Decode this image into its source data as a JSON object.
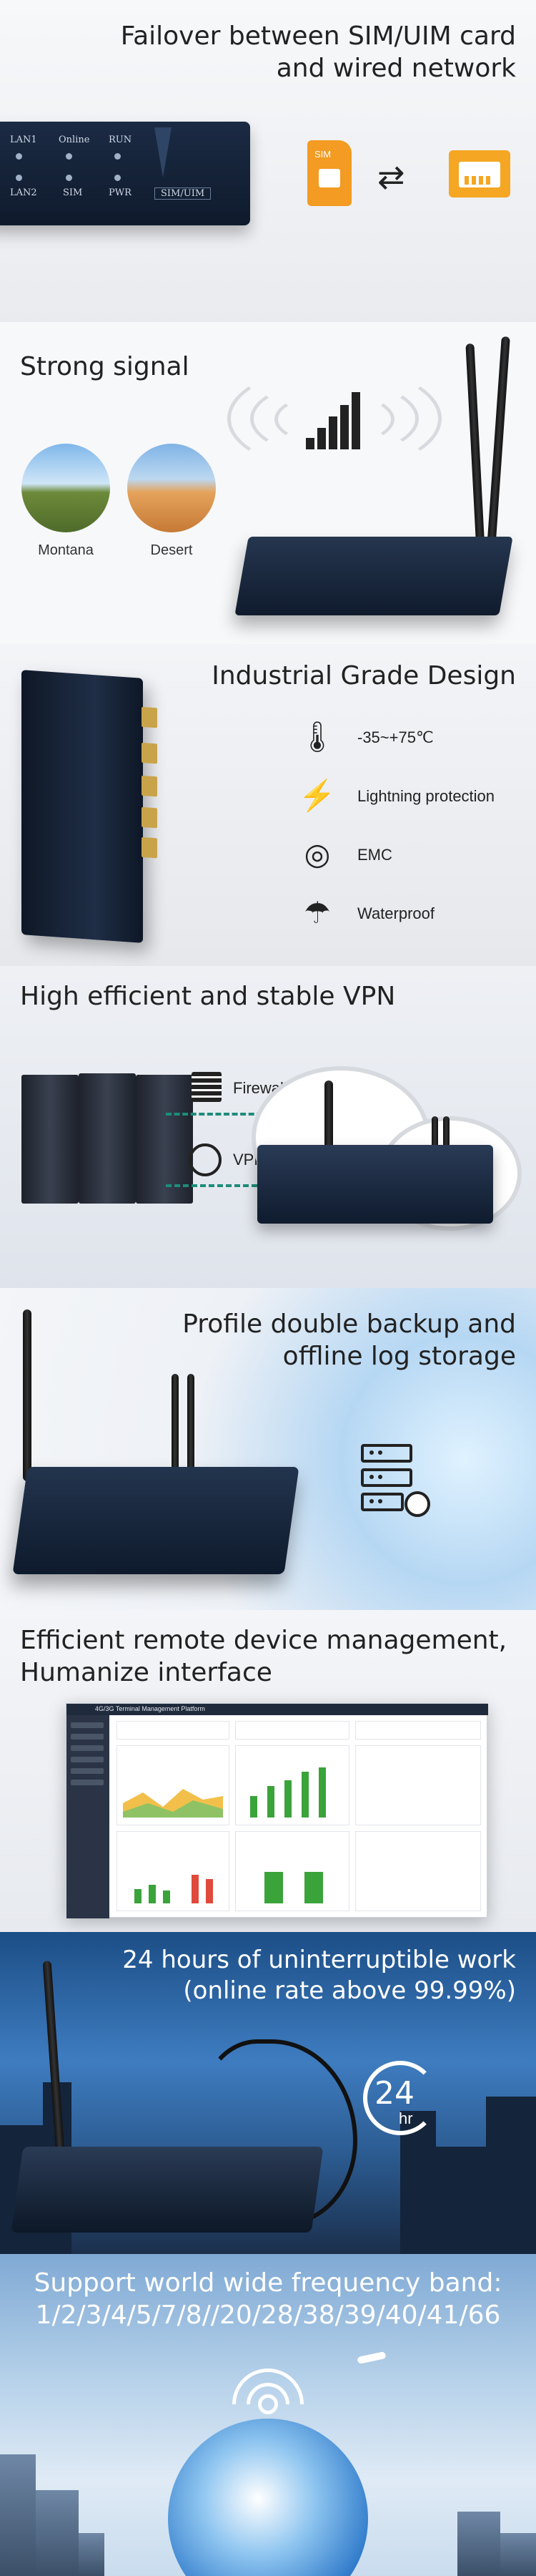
{
  "sec1": {
    "title_line1": "Failover between SIM/UIM card",
    "title_line2": "and wired network",
    "device_labels": [
      "LAN1",
      "Online",
      "RUN",
      "LAN2",
      "SIM",
      "PWR",
      "SIM/UIM"
    ],
    "sim_icon_text": "SIM",
    "swap_symbol": "⇄",
    "icons": [
      "sim-card-icon",
      "swap-arrows-icon",
      "ethernet-port-icon"
    ]
  },
  "sec2": {
    "title": "Strong signal",
    "places": [
      "Montana",
      "Desert"
    ],
    "icons": [
      "signal-bars-icon",
      "signal-waves-icon"
    ]
  },
  "sec3": {
    "title": "Industrial Grade Design",
    "features": [
      {
        "icon": "thermometer-icon",
        "glyph": "🌡",
        "text": "-35~+75℃"
      },
      {
        "icon": "lightning-shield-icon",
        "glyph": "⚡",
        "text": "Lightning protection"
      },
      {
        "icon": "emc-icon",
        "glyph": "◎",
        "text": "EMC"
      },
      {
        "icon": "umbrella-icon",
        "glyph": "☂",
        "text": "Waterproof"
      }
    ]
  },
  "sec4": {
    "title": "High efficient and stable VPN",
    "labels": [
      "Firewall",
      "VPN"
    ],
    "icons": [
      "firewall-icon",
      "vpn-lock-icon",
      "cloud-icon"
    ]
  },
  "sec5": {
    "title_line1": "Profile double backup and",
    "title_line2": "offline log storage",
    "icons": [
      "server-stack-icon",
      "clock-icon"
    ]
  },
  "sec6": {
    "title_line1": "Efficient remote device management,",
    "title_line2": "Humanize interface",
    "screen_title": "4G/3G Terminal Management Platform"
  },
  "sec7": {
    "title_line1": "24 hours of uninterruptible work",
    "title_line2": "(online rate above 99.99%)",
    "clock_number": "24",
    "clock_unit": "hr"
  },
  "sec8": {
    "title_line1": "Support world wide frequency band:",
    "title_line2": "1/2/3/4/5/7/8//20/28/38/39/40/41/66",
    "icons": [
      "satellite-signal-icon"
    ]
  },
  "colors": {
    "device_blue": "#1b2b44",
    "accent_orange": "#f39b22",
    "chart_green": "#3aa33a",
    "chart_red": "#e04a3a"
  }
}
